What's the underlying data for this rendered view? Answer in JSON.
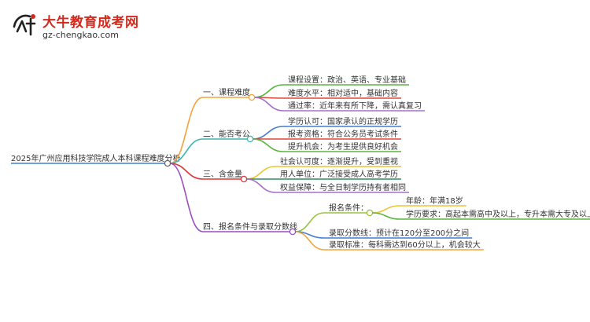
{
  "logo": {
    "title": "大牛教育成考网",
    "url": "gz-chengkao.com"
  },
  "root": "2025年广州应用科技学院成人本科课程难度分析",
  "branches": [
    {
      "label": "一、课程难度",
      "color": "#f2a33a",
      "children": [
        {
          "label": "课程设置：政治、英语、专业基础",
          "color": "#5ab53f"
        },
        {
          "label": "难度水平：相对适中，基础内容",
          "color": "#e0463c"
        },
        {
          "label": "通过率：近年来有所下降，需认真复习",
          "color": "#a86fc9"
        }
      ]
    },
    {
      "label": "二、能否考公",
      "color": "#3fb6b1",
      "children": [
        {
          "label": "学历认可：国家承认的正规学历",
          "color": "#3f7fd0"
        },
        {
          "label": "报考资格：符合公务员考试条件",
          "color": "#e0463c"
        },
        {
          "label": "提升机会：为考生提供良好机会",
          "color": "#5ab53f"
        }
      ]
    },
    {
      "label": "三、含金量",
      "color": "#d9383a",
      "children": [
        {
          "label": "社会认可度：逐渐提升，受到重视",
          "color": "#e8c637"
        },
        {
          "label": "用人单位：广泛接受成人高考学历",
          "color": "#2f8f5e"
        },
        {
          "label": "权益保障：与全日制学历持有者相同",
          "color": "#a86fc9"
        }
      ]
    },
    {
      "label": "四、报名条件与录取分数线",
      "color": "#9b4fc2",
      "children": [
        {
          "label": "报名条件：",
          "color": "#9ac23c",
          "children": [
            {
              "label": "年龄：年满18岁",
              "color": "#e8c637"
            },
            {
              "label": "学历要求：高起本需高中及以上，专升本需大专及以上",
              "color": "#5ab53f"
            }
          ]
        },
        {
          "label": "录取分数线：预计在120分至200分之间",
          "color": "#3f7fd0"
        },
        {
          "label": "录取标准：每科需达到60分以上，机会较大",
          "color": "#f2a33a"
        }
      ]
    }
  ]
}
